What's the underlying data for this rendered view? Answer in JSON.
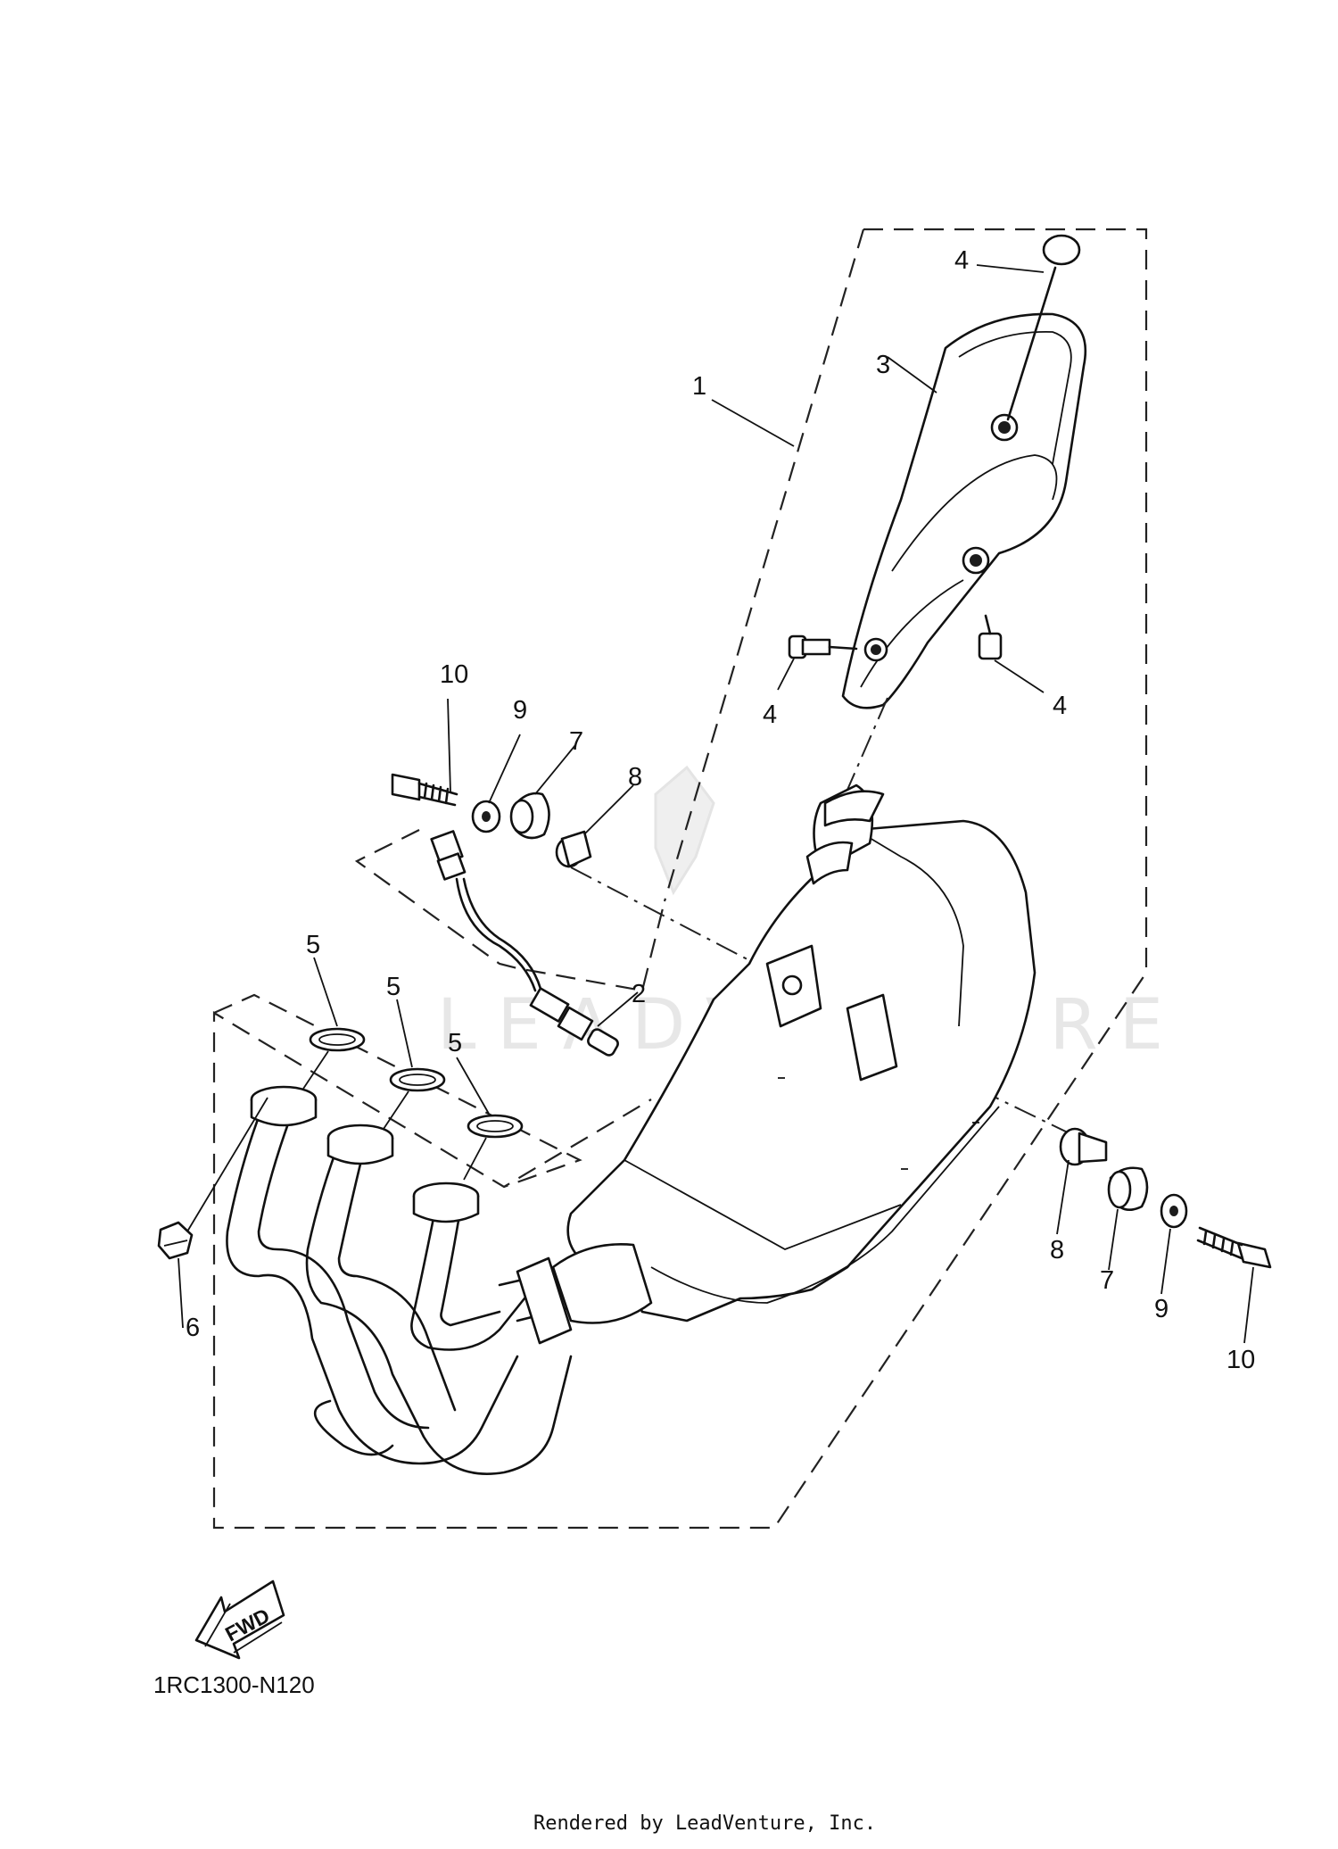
{
  "watermark": "LEADVENTURE",
  "callouts": [
    "1",
    "2",
    "3",
    "4",
    "4",
    "4",
    "5",
    "5",
    "5",
    "6",
    "7",
    "8",
    "9",
    "10",
    "8",
    "7",
    "9",
    "10"
  ],
  "fwd_label": "FWD",
  "diagram_code": "1RC1300-N120",
  "credit": "Rendered by LeadVenture, Inc."
}
